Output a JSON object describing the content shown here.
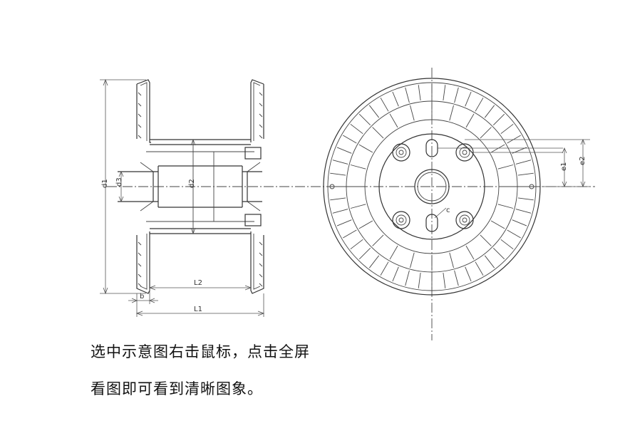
{
  "labels": {
    "d1": "d1",
    "d2": "d2",
    "d3": "d3",
    "L1": "L1",
    "L2": "L2",
    "b": "b",
    "c": "c",
    "e1": "e1",
    "e2": "e2"
  },
  "caption": {
    "line1": "选中示意图右击鼠标，点击全屏",
    "line2": "看图即可看到清晰图象。"
  }
}
